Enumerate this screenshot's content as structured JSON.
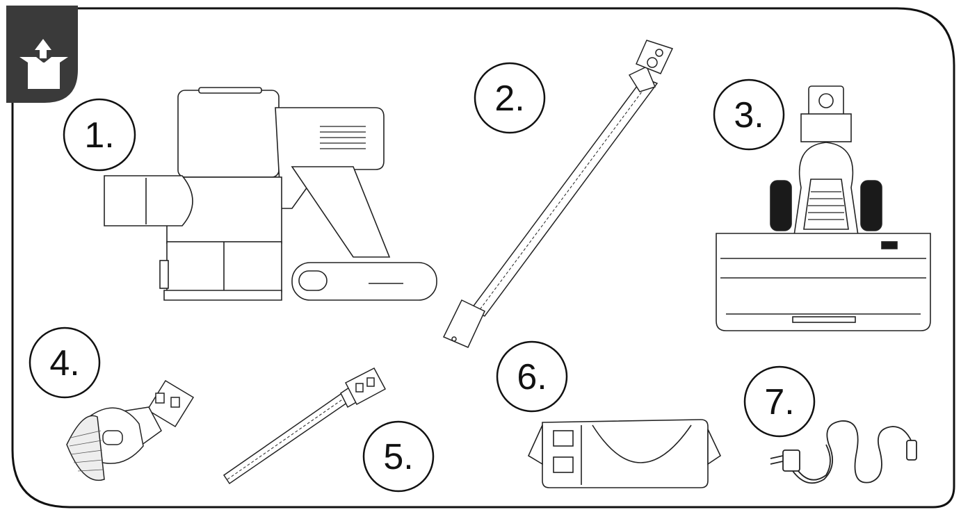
{
  "colors": {
    "frame": "#111111",
    "badge_bg": "#3a3a3a",
    "badge_icon": "#ffffff",
    "line": "#222222",
    "tire": "#1a1a1a"
  },
  "badge": {
    "icon": "unbox-icon"
  },
  "items": [
    {
      "label": "1.",
      "icon": "handheld-vacuum-icon"
    },
    {
      "label": "2.",
      "icon": "extension-tube-icon"
    },
    {
      "label": "3.",
      "icon": "floor-brush-icon"
    },
    {
      "label": "4.",
      "icon": "dusting-brush-icon"
    },
    {
      "label": "5.",
      "icon": "crevice-tool-icon"
    },
    {
      "label": "6.",
      "icon": "wall-mount-icon"
    },
    {
      "label": "7.",
      "icon": "charger-icon"
    }
  ]
}
